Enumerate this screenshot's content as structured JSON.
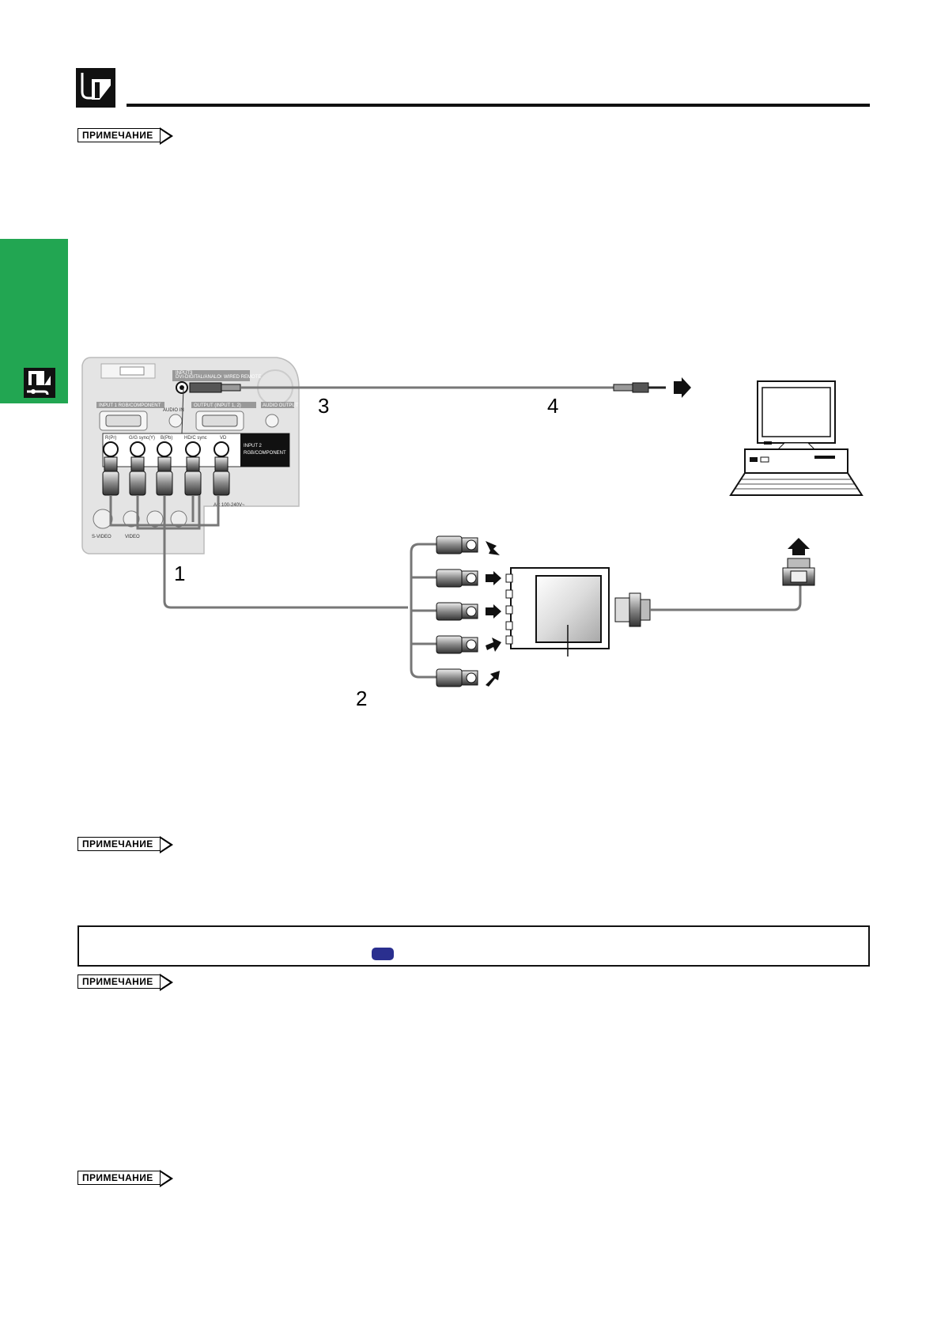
{
  "notes": {
    "label": "ПРИМЕЧАНИЕ",
    "count": 4
  },
  "callouts": [
    "1",
    "2",
    "3",
    "4"
  ],
  "panel": {
    "input3_label": "INPUT3",
    "input3_sub": "DVI-DIGITAL/ANALOG",
    "wired_remote": "WIRED REMOTE",
    "input1_label": "INPUT 1 RGB/COMPONENT",
    "output_label": "OUTPUT (INPUT 1, 2)",
    "audio_output": "AUDIO OUTPUT",
    "audio_in": "AUDIO IN",
    "input2_label": "INPUT 2",
    "input2_sub": "RGB/COMPONENT",
    "bnc_labels": [
      "R(Pr)",
      "G/G sync(Y)",
      "B(Pb)",
      "HD/C sync",
      "VD"
    ],
    "svideo": "S-VIDEO",
    "video": "VIDEO",
    "voltage": "AC 100-240V~"
  },
  "colors": {
    "side_tab": "#22a652",
    "info_pill": "#2a2f8f"
  },
  "icons": [
    "connection-icon",
    "side-connection-icon",
    "computer-icon",
    "adaptor-icon",
    "arrow-icon"
  ]
}
